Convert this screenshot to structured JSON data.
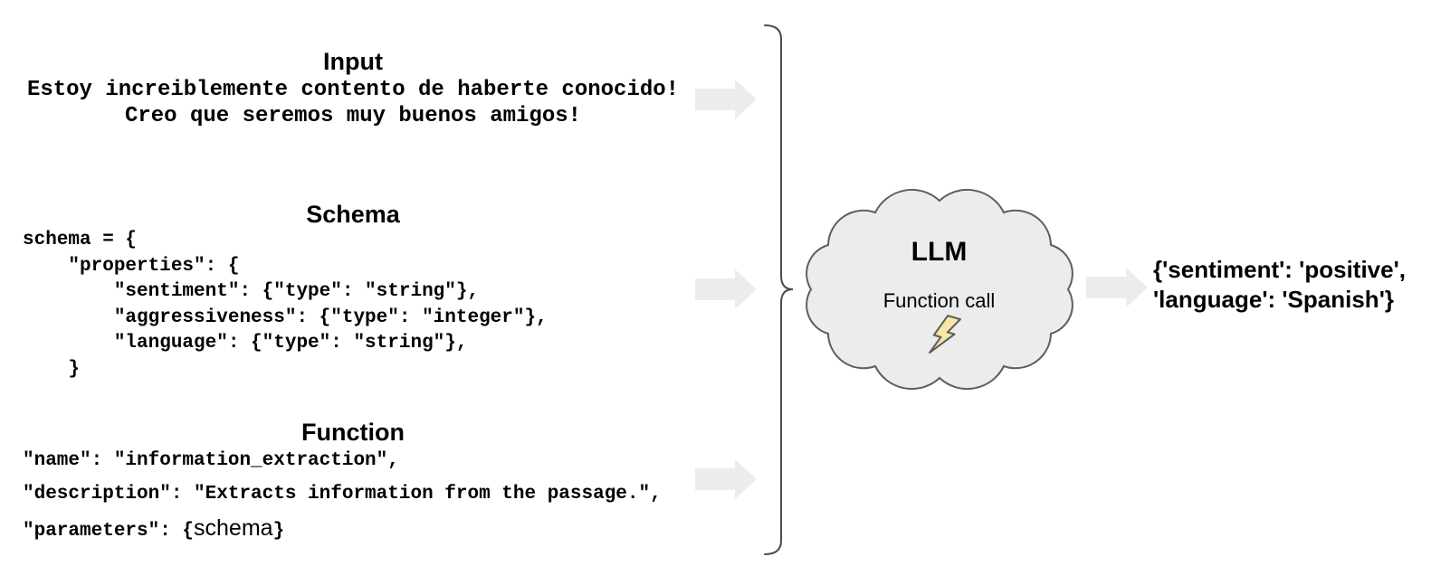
{
  "input": {
    "heading": "Input",
    "line1": "Estoy increiblemente contento de haberte conocido!",
    "line2": "Creo que seremos muy buenos amigos!"
  },
  "schema": {
    "heading": "Schema",
    "code": "schema = {\n    \"properties\": {\n        \"sentiment\": {\"type\": \"string\"},\n        \"aggressiveness\": {\"type\": \"integer\"},\n        \"language\": {\"type\": \"string\"},\n    }"
  },
  "function": {
    "heading": "Function",
    "name_line": "\"name\": \"information_extraction\",",
    "description_line": "\"description\": \"Extracts information from the passage.\",",
    "parameters_prefix": "\"parameters\": {",
    "parameters_schema_ref": "schema",
    "parameters_suffix": "}"
  },
  "llm_cloud": {
    "title": "LLM",
    "subtitle": "Function call",
    "icon": "lightning-bolt-icon"
  },
  "output": {
    "line1": "{'sentiment': 'positive',",
    "line2": "'language': 'Spanish'}"
  },
  "icons": {
    "flow_arrow": "right-arrow-icon",
    "grouping": "curly-brace-right"
  },
  "colors": {
    "arrow_fill": "#ececec",
    "cloud_fill": "#ececec",
    "cloud_stroke": "#5e5e5e",
    "brace_stroke": "#4d4d4d",
    "bolt_fill": "#f8e7a4",
    "bolt_stroke": "#5e5e5e",
    "text": "#000000",
    "background": "#ffffff"
  }
}
